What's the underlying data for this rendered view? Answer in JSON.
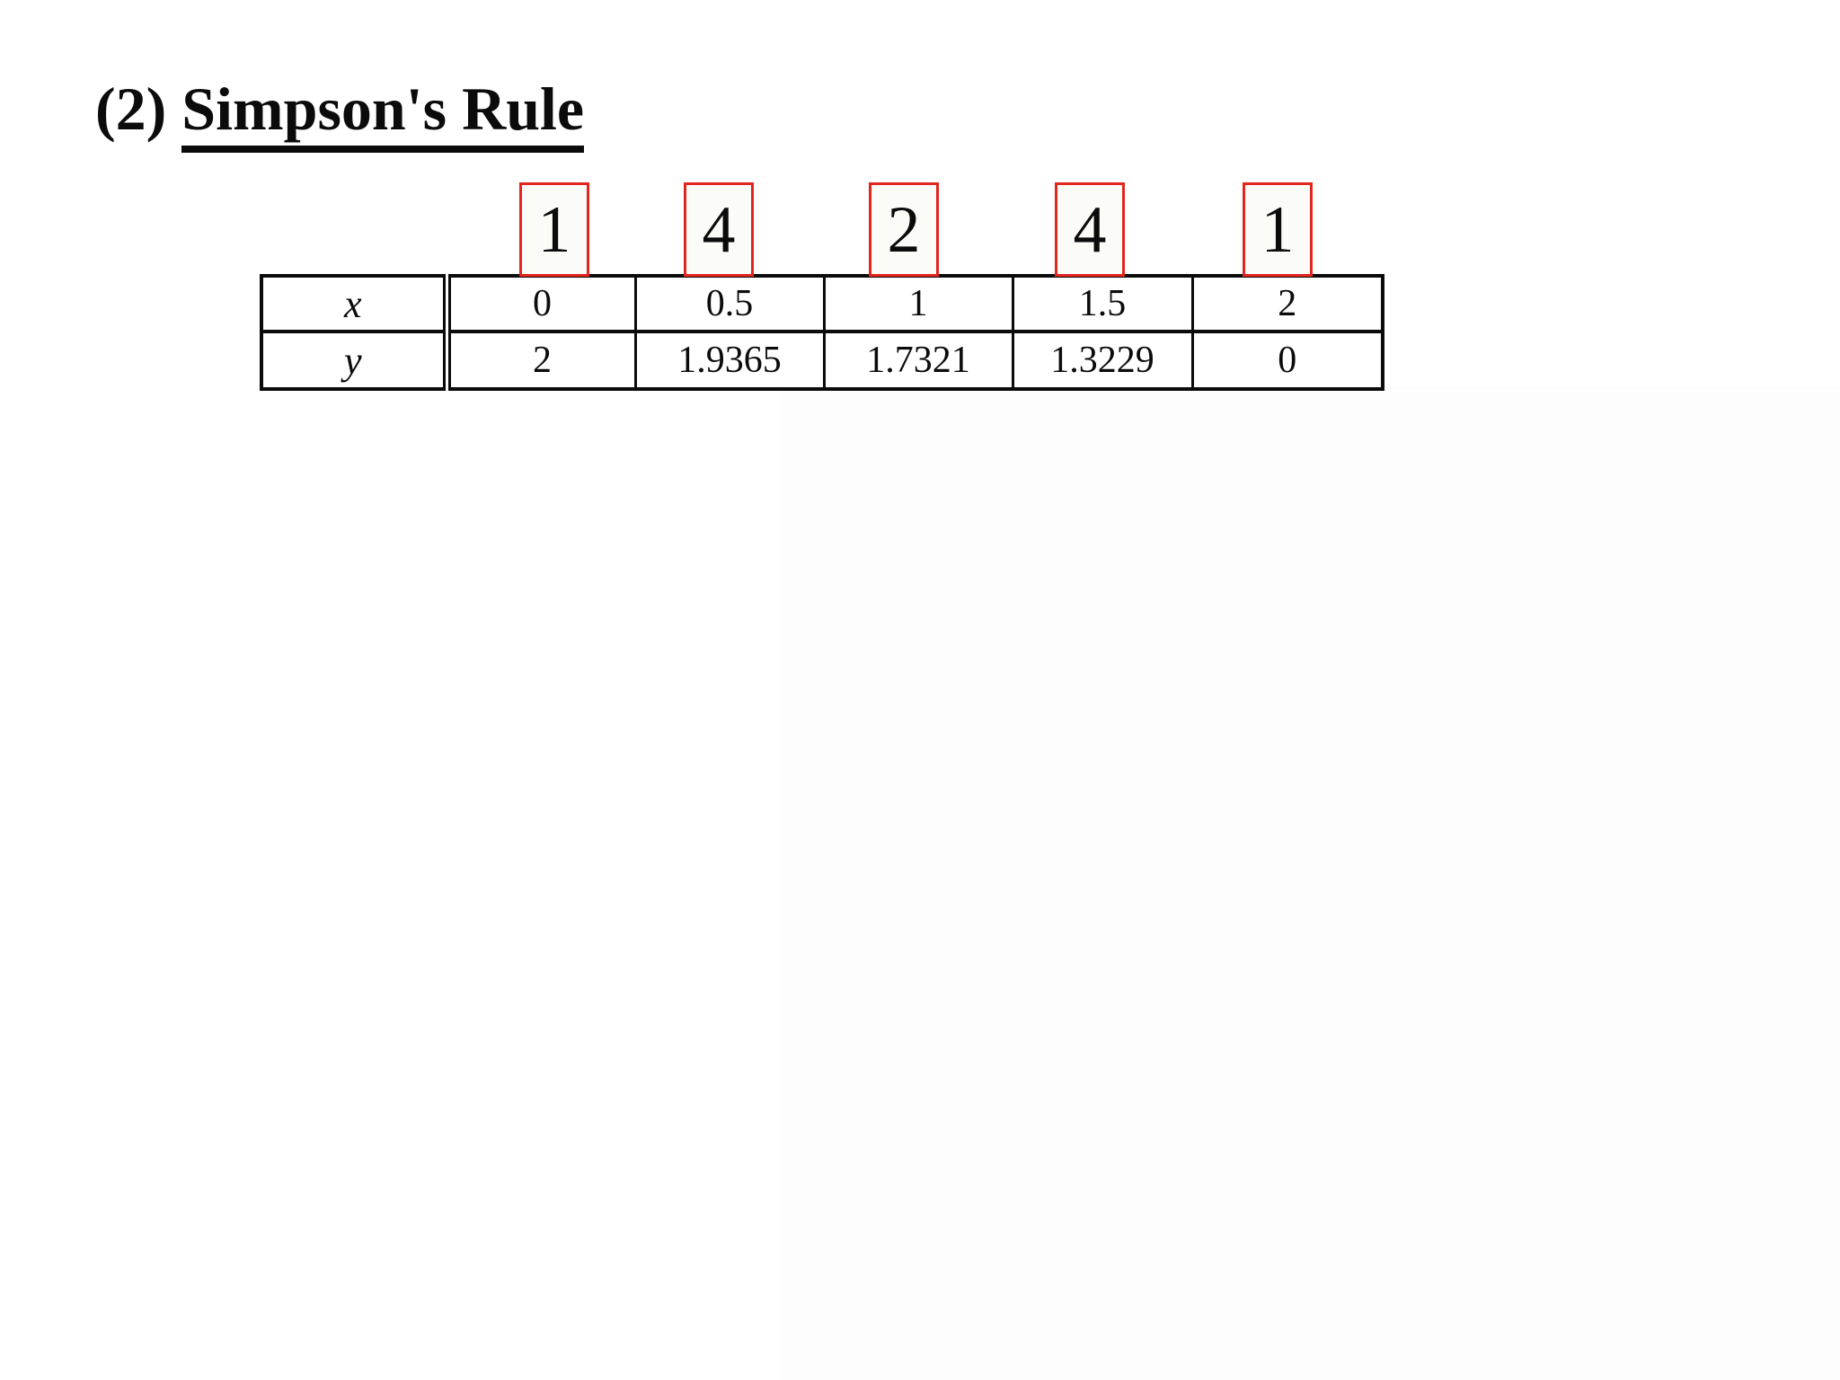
{
  "page": {
    "background_color": "#ffffff",
    "shade_color": "#fdfdfd",
    "ink_color": "#0b0b0b",
    "box_border_color": "#e3251e",
    "box_fill_color": "#fbfbf8"
  },
  "title": {
    "prefix": "(2)",
    "text": "Simpson's Rule"
  },
  "coefficients": {
    "values": [
      "1",
      "4",
      "2",
      "4",
      "1"
    ]
  },
  "table": {
    "rows": [
      {
        "label": "x",
        "values": [
          "0",
          "0.5",
          "1",
          "1.5",
          "2"
        ]
      },
      {
        "label": "y",
        "values": [
          "2",
          "1.9365",
          "1.7321",
          "1.3229",
          "0"
        ]
      }
    ]
  },
  "chart_data": {
    "type": "table",
    "title": "(2) Simpson's Rule",
    "row_labels": [
      "x",
      "y"
    ],
    "x": [
      0,
      0.5,
      1,
      1.5,
      2
    ],
    "y": [
      2,
      1.9365,
      1.7321,
      1.3229,
      0
    ],
    "simpson_coefficients": [
      1,
      4,
      2,
      4,
      1
    ]
  }
}
